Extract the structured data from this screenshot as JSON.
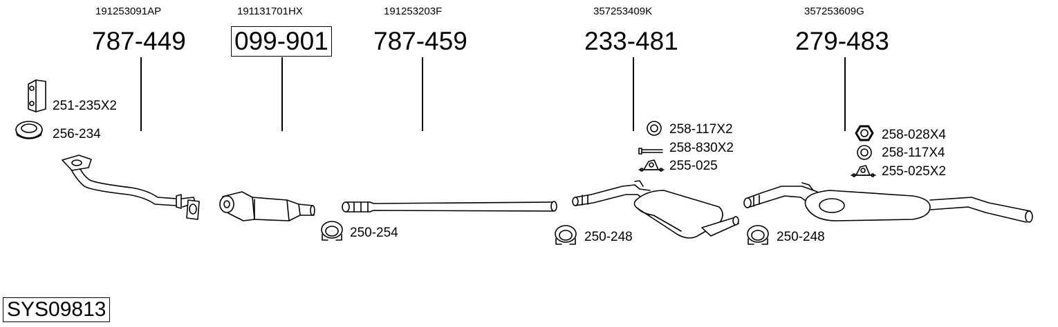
{
  "system_code": "SYS09813",
  "parts": [
    {
      "oe": "191253091AP",
      "number": "787-449",
      "boxed": false
    },
    {
      "oe": "191131701HX",
      "number": "099-901",
      "boxed": true
    },
    {
      "oe": "191253203F",
      "number": "787-459",
      "boxed": false
    },
    {
      "oe": "357253409K",
      "number": "233-481",
      "boxed": false
    },
    {
      "oe": "357253609G",
      "number": "279-483",
      "boxed": false
    }
  ],
  "accessories": [
    {
      "label": "251-235X2",
      "icon": "bracket-icon"
    },
    {
      "label": "256-234",
      "icon": "seal-ring-icon"
    },
    {
      "label": "250-254",
      "icon": "pipe-clamp-icon"
    },
    {
      "label": "258-117X2",
      "icon": "washer-icon"
    },
    {
      "label": "258-830X2",
      "icon": "bolt-icon"
    },
    {
      "label": "255-025",
      "icon": "rubber-mount-icon"
    },
    {
      "label": "250-248",
      "icon": "pipe-clamp-icon"
    },
    {
      "label": "258-028X4",
      "icon": "hex-nut-icon"
    },
    {
      "label": "258-117X4",
      "icon": "washer-icon"
    },
    {
      "label": "255-025X2",
      "icon": "rubber-mount-icon"
    },
    {
      "label": "250-248",
      "icon": "pipe-clamp-icon"
    }
  ],
  "colors": {
    "line": "#000000",
    "fill": "#ffffff",
    "shade": "#d8d8d8"
  }
}
